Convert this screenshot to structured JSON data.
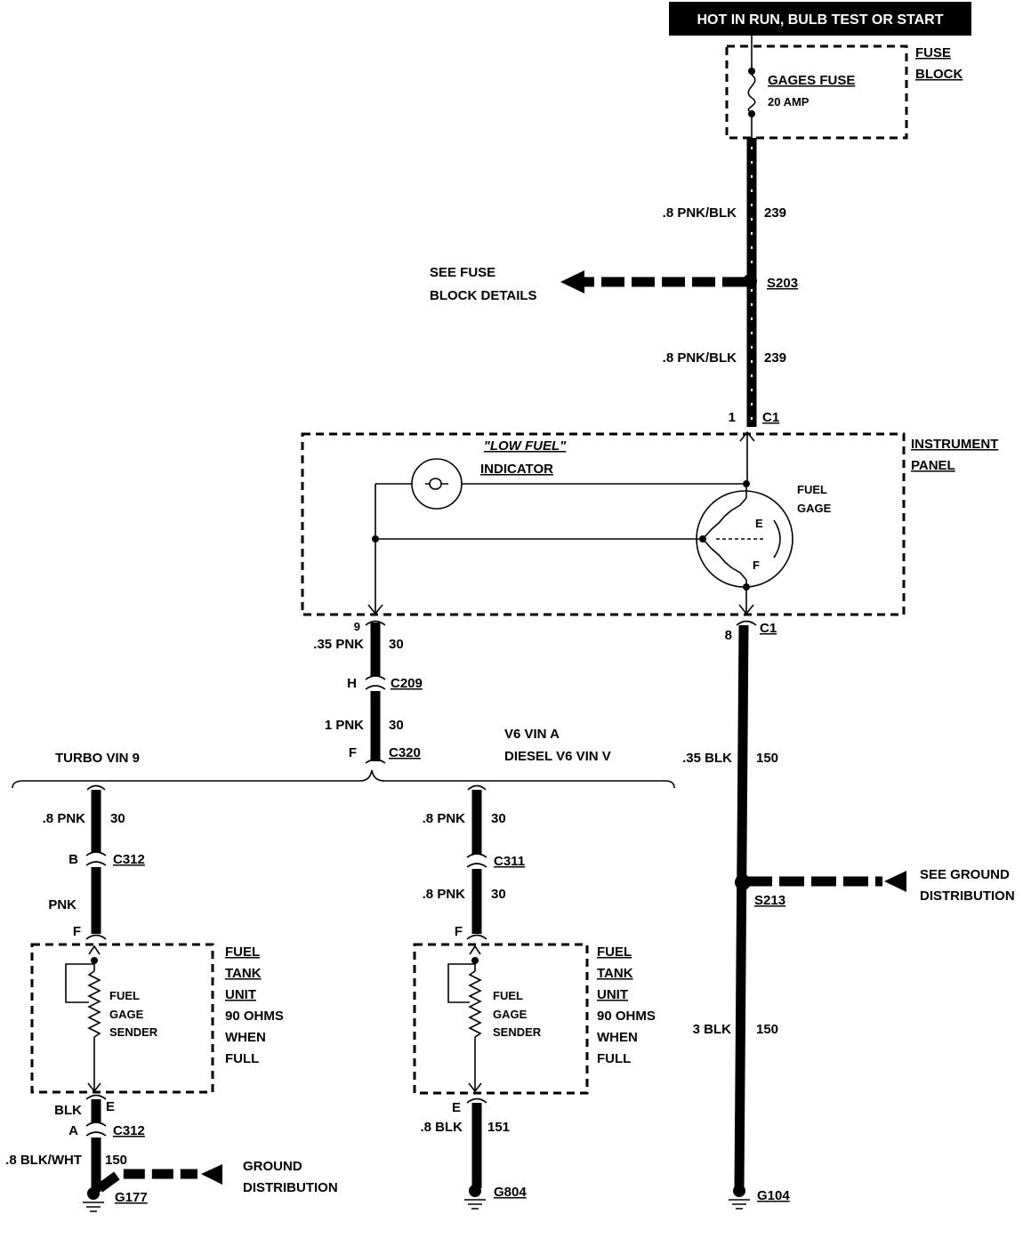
{
  "header": {
    "text": "HOT IN RUN,   BULB TEST OR START"
  },
  "fuse_block": {
    "label_line1": "FUSE",
    "label_line2": "BLOCK",
    "fuse_name": "GAGES FUSE",
    "fuse_rating": "20 AMP"
  },
  "wires": {
    "w239_top": {
      "gauge": ".8 PNK/BLK",
      "circuit": "239"
    },
    "w239_mid": {
      "gauge": ".8 PNK/BLK",
      "circuit": "239"
    },
    "w30_a": {
      "gauge": ".35 PNK",
      "circuit": "30"
    },
    "w30_b": {
      "gauge": "1 PNK",
      "circuit": "30"
    },
    "w150_a": {
      "gauge": ".35 BLK",
      "circuit": "150"
    },
    "w150_b": {
      "gauge": "3 BLK",
      "circuit": "150"
    },
    "turbo_30": {
      "gauge": ".8 PNK",
      "circuit": "30"
    },
    "turbo_pnk": {
      "gauge": "PNK"
    },
    "turbo_blk": {
      "gauge": "BLK"
    },
    "turbo_150": {
      "gauge": ".8 BLK/WHT",
      "circuit": "150"
    },
    "v6_30_a": {
      "gauge": ".8 PNK",
      "circuit": "30"
    },
    "v6_30_b": {
      "gauge": ".8 PNK",
      "circuit": "30"
    },
    "v6_151": {
      "gauge": ".8 BLK",
      "circuit": "151"
    }
  },
  "splices": {
    "s203": "S203",
    "s213": "S213"
  },
  "references": {
    "fuse_details_line1": "SEE FUSE",
    "fuse_details_line2": "BLOCK DETAILS",
    "ground_dist_line1": "SEE GROUND",
    "ground_dist_line2": "DISTRIBUTION",
    "turbo_ground_line1": "GROUND",
    "turbo_ground_line2": "DISTRIBUTION"
  },
  "connectors": {
    "c1_top_pin": "1",
    "c1_top": "C1",
    "c1_bot_pin": "8",
    "c1_bot": "C1",
    "c9_pin": "9",
    "c209_pin": "H",
    "c209": "C209",
    "c320_pin": "F",
    "c320": "C320",
    "c312_b_pin": "B",
    "c312_b": "C312",
    "c312_f_pin": "F",
    "c312_e_pin": "E",
    "c312_a_pin": "A",
    "c312_a": "C312",
    "c311": "C311",
    "c311_f_pin": "F",
    "c311_e_pin": "E"
  },
  "instrument_panel": {
    "label_line1": "INSTRUMENT",
    "label_line2": "PANEL",
    "low_fuel_line1": "\"LOW FUEL\"",
    "low_fuel_line2": "INDICATOR",
    "gage_line1": "FUEL",
    "gage_line2": "GAGE",
    "gage_e": "E",
    "gage_f": "F"
  },
  "branches": {
    "turbo": "TURBO VIN 9",
    "v6_line1": "V6 VIN A",
    "v6_line2": "DIESEL V6 VIN V"
  },
  "tank_unit": {
    "title_line1": "FUEL",
    "title_line2": "TANK",
    "title_line3": "UNIT",
    "spec_line1": "90 OHMS",
    "spec_line2": "WHEN",
    "spec_line3": "FULL",
    "sender_line1": "FUEL",
    "sender_line2": "GAGE",
    "sender_line3": "SENDER"
  },
  "grounds": {
    "g177": "G177",
    "g804": "G804",
    "g104": "G104"
  }
}
